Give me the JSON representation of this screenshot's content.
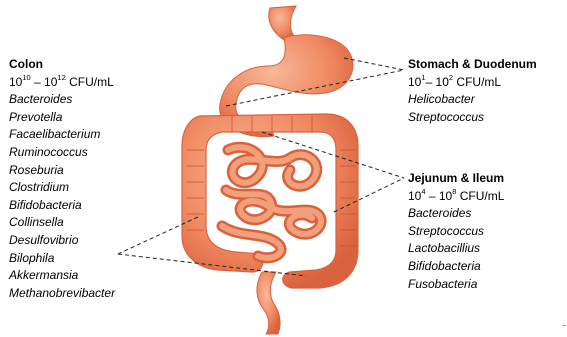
{
  "colors": {
    "organ_fill": "#f08a62",
    "organ_dark": "#d9623c",
    "organ_light": "#f7b89a",
    "leader_line": "#222222"
  },
  "icons": [
    "intestinal-anatomy-illustration"
  ],
  "colon": {
    "title": "Colon",
    "density": {
      "base1": "10",
      "exp1": "10",
      "sep": " – ",
      "base2": "10",
      "exp2": "12",
      "unit": " CFU/mL"
    },
    "genera": [
      "Bacteroides",
      "Prevotella",
      "Facaelibacterium",
      "Ruminococcus",
      "Roseburia",
      "Clostridium",
      "Bifidobacteria",
      "Collinsella",
      "Desulfovibrio",
      "Bilophila",
      "Akkermansia",
      "Methanobrevibacter"
    ]
  },
  "stomach": {
    "title": "Stomach & Duodenum",
    "density": {
      "base1": "10",
      "exp1": "1",
      "sep": "– ",
      "base2": "10",
      "exp2": "2",
      "unit": " CFU/mL"
    },
    "genera": [
      "Helicobacter",
      "Streptococcus"
    ]
  },
  "jejunum": {
    "title": "Jejunum & Ileum",
    "density": {
      "base1": "10",
      "exp1": "4",
      "sep": " – ",
      "base2": "10",
      "exp2": "8",
      "unit": " CFU/mL"
    },
    "genera": [
      "Bacteroides",
      "Streptococcus",
      "Lactobacillius",
      "Bifidobacteria",
      "Fusobacteria"
    ]
  }
}
